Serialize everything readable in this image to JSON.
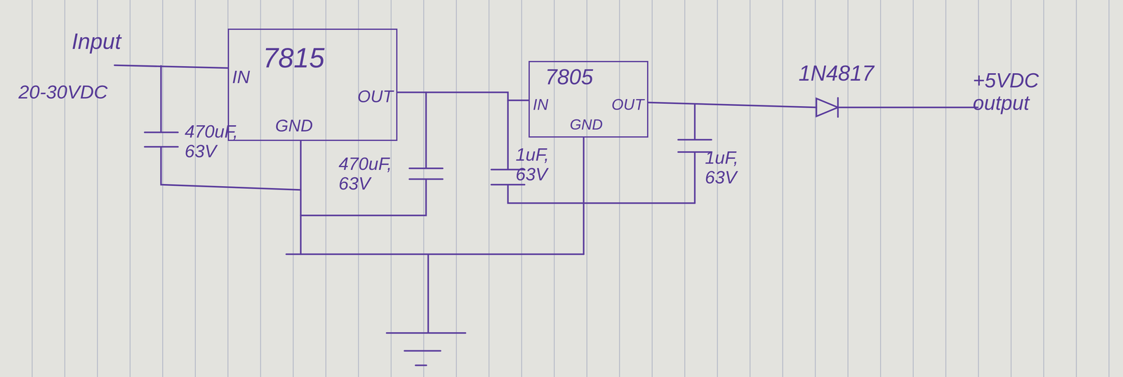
{
  "diagram": {
    "nodes": [
      {
        "text": [
          "7815",
          "IN",
          "OUT",
          "GND"
        ]
      },
      {
        "text": [
          "7805",
          "IN",
          "OUT",
          "GND"
        ]
      }
    ],
    "edges": [
      {
        "from": 0,
        "to": 1,
        "arrow": "none"
      }
    ],
    "labels": [
      "Input",
      "20-30VDC",
      "470uF, 63V",
      "470uF, 63V",
      "1uF, 63V",
      "1uF, 63V",
      "1N4817",
      "+5VDC output"
    ]
  }
}
